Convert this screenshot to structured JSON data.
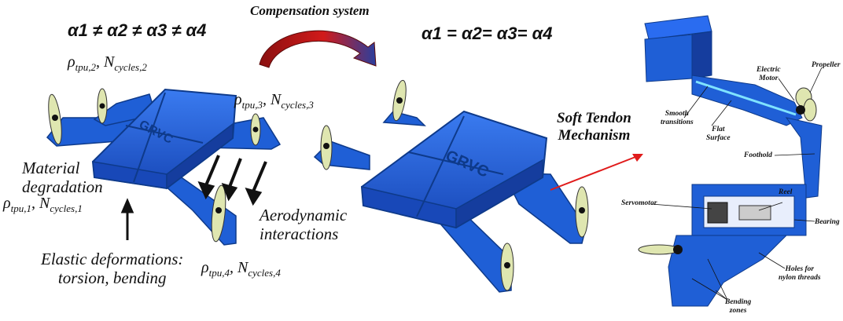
{
  "header": {
    "title": "Compensation system",
    "left_equation": "α1 ≠ α2 ≠ α3 ≠ α4",
    "right_equation": "α1 = α2= α3= α4"
  },
  "left_drone": {
    "arm_labels": [
      {
        "rho": "ρ",
        "rho_sub": "tpu,2",
        "n": "N",
        "n_sub": "cycles,2"
      },
      {
        "rho": "ρ",
        "rho_sub": "tpu,3",
        "n": "N",
        "n_sub": "cycles,3"
      },
      {
        "rho": "ρ",
        "rho_sub": "tpu,1",
        "n": "N",
        "n_sub": "cycles,1"
      },
      {
        "rho": "ρ",
        "rho_sub": "tpu,4",
        "n": "N",
        "n_sub": "cycles,4"
      }
    ],
    "material_label_line1": "Material",
    "material_label_line2": "degradation",
    "elastic_line1": "Elastic deformations:",
    "elastic_line2": "torsion, bending",
    "aero_line1": "Aerodynamic",
    "aero_line2": "interactions",
    "body_text": "GRVC"
  },
  "right_drone": {
    "body_text": "GRVC"
  },
  "mechanism": {
    "title_line1": "Soft Tendon",
    "title_line2": "Mechanism"
  },
  "detail_top": {
    "labels": {
      "propeller": "Propeller",
      "electric_motor_line1": "Electric",
      "electric_motor_line2": "Motor",
      "smooth_line1": "Smooth",
      "smooth_line2": "transitions",
      "flat_line1": "Flat",
      "flat_line2": "Surface",
      "foothold": "Foothold"
    }
  },
  "detail_bottom": {
    "labels": {
      "servomotor": "Servomotor",
      "reel": "Reel",
      "bearing": "Bearing",
      "holes_line1": "Holes for",
      "holes_line2": "nylon threads",
      "bending_line1": "Bending",
      "bending_line2": "zones"
    }
  },
  "colors": {
    "drone_blue": "#1f5fd6",
    "drone_dark": "#0e3a8a",
    "propeller": "#dfe6b0",
    "arrow_red": "#e01b1b",
    "arrow_curve_dark": "#8a1010",
    "arrow_curve_blue": "#2a3f9e"
  }
}
